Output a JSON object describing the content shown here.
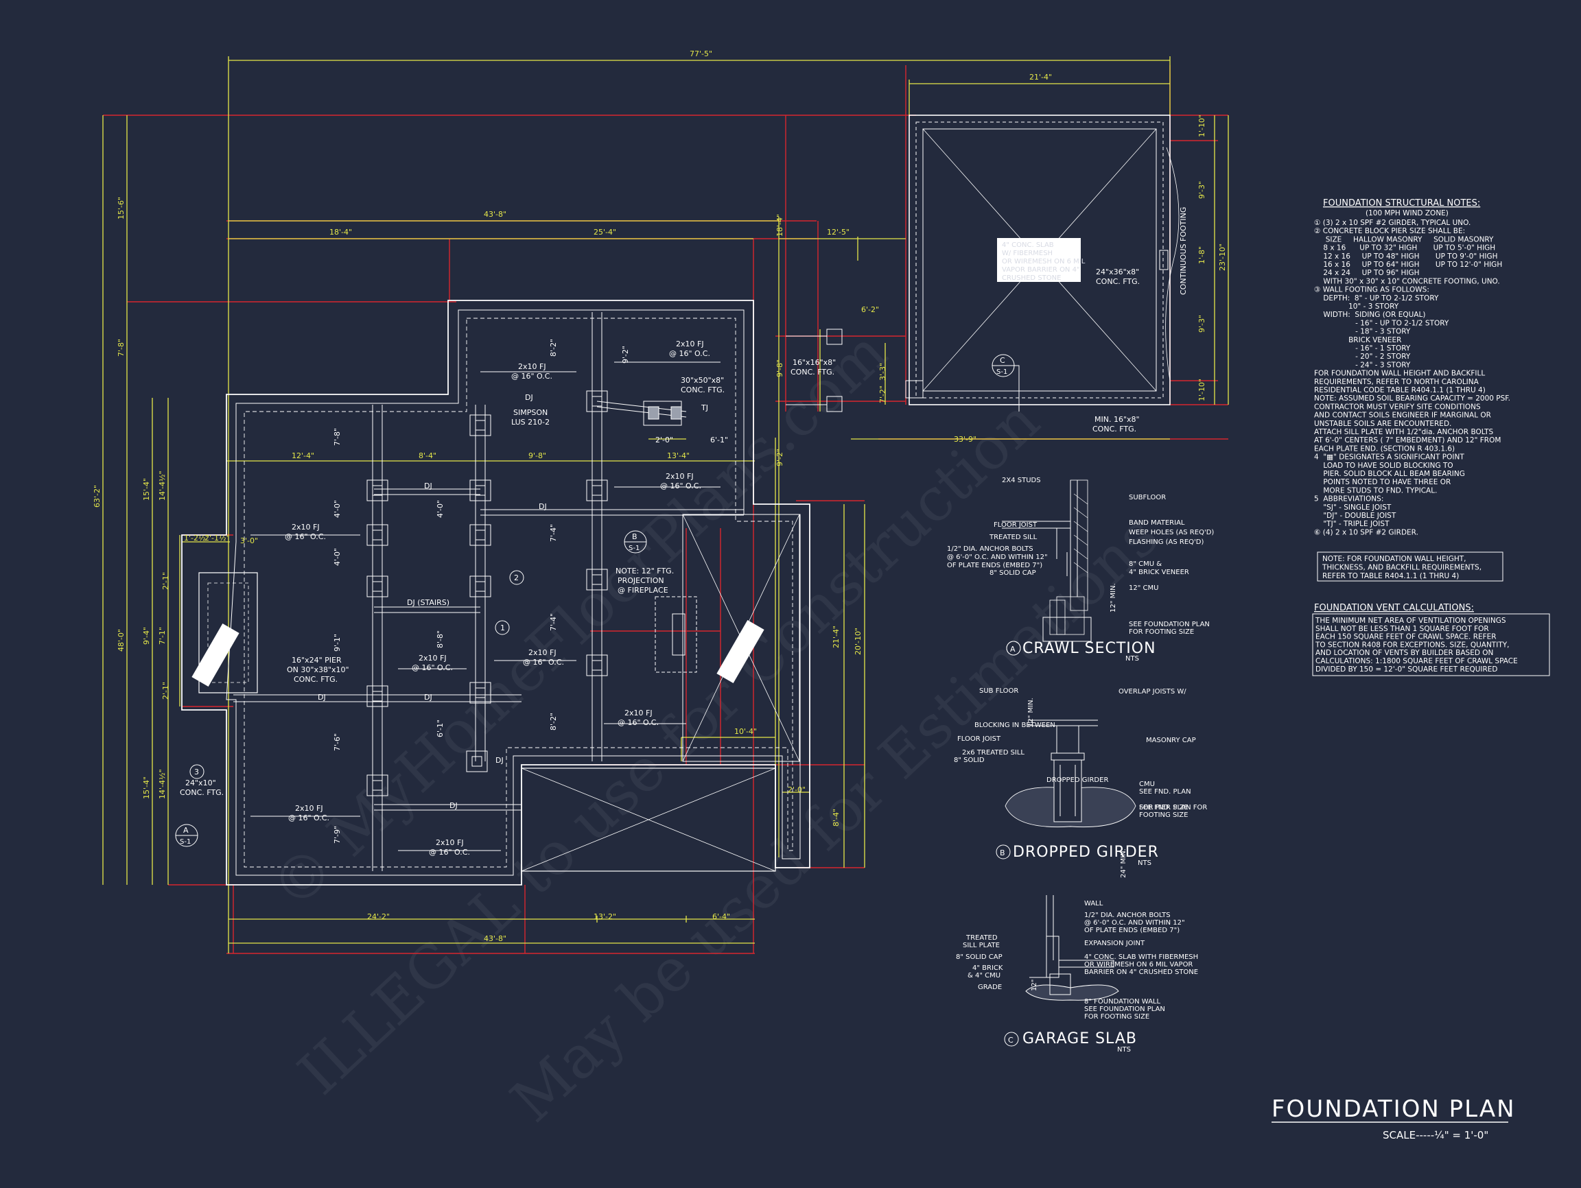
{
  "plan": {
    "title": "FOUNDATION PLAN",
    "scale": "SCALE-----¼\" = 1'-0\"",
    "dims": {
      "top_overall": "77'-5\"",
      "garage_width": "21'-4\"",
      "house_width": "43'-8\"",
      "seg_18_4": "18'-4\"",
      "seg_25_4": "25'-4\"",
      "seg_18_4b": "18'-4\"",
      "seg_12_5": "12'-5\"",
      "left_15_6": "15'-6\"",
      "left_7_8": "7'-8\"",
      "left_63_2": "63'-2\"",
      "left_15_4": "15'-4\"",
      "left_14_4": "14'-4½\"",
      "left_48_0": "48'-0\"",
      "left_9_4": "9'-4\"",
      "left_7_1": "7'-1\"",
      "left_15_4b": "15'-4\"",
      "left_14_4b": "14'-4½\"",
      "garage_1_10a": "1'-10\"",
      "garage_9_3a": "9'-3\"",
      "garage_1_8": "1'-8\"",
      "garage_9_3b": "9'-3\"",
      "garage_1_10b": "1'-10\"",
      "garage_23_10": "23'-10\"",
      "garage_33_9": "33'-9\"",
      "mid_12_4": "12'-4\"",
      "mid_8_4": "8'-4\"",
      "mid_9_8": "9'-8\"",
      "mid_13_4": "13'-4\"",
      "mid_2_0": "2'-0\"",
      "mid_6_1": "6'-1\"",
      "right_21_4": "21'-4\"",
      "right_20_10": "20'-10\"",
      "right_8_4": "8'-4\"",
      "right_2_0": "2'-0\"",
      "right_10_4": "10'-4\"",
      "bot_24_2": "24'-2\"",
      "bot_13_2": "13'-2\"",
      "bot_6_4": "6'-4\"",
      "bot_43_8": "43'-8\"",
      "v_8_2a": "8'-2\"",
      "v_9_2": "9'-2\"",
      "v_7_8": "7'-8\"",
      "v_4_0a": "4'-0\"",
      "v_4_0b": "4'-0\"",
      "v_4_0c": "4'-0\"",
      "v_9_1": "9'-1\"",
      "v_8_8": "8'-8\"",
      "v_7_4": "7'-4\"",
      "v_7_4b": "7'-4\"",
      "v_8_2b": "8'-2\"",
      "v_6_1": "6'-1\"",
      "v_7_6": "7'-6\"",
      "v_7_9": "7'-9\"",
      "v_9_2b": "9'-2\"",
      "v_9_8": "9'-8\"",
      "v_6_2": "6'-2\"",
      "v_3_3": "3'-3\"",
      "v_7_2": "7'-2\"",
      "f_1_2": "1'-2½\"",
      "f_2_1": "2'-1½\"",
      "f_3_0": "3'-0\"",
      "f_2_1b": "2'-1\"",
      "f_2_1c": "2'-1\""
    },
    "labels": {
      "fj1": "2x10 FJ\n@ 16\" O.C.",
      "fj": "2x10 FJ",
      "oc": "@ 16\" O.C.",
      "dj": "DJ",
      "tj": "TJ",
      "dj_stairs": "DJ (STAIRS)",
      "simpson": "SIMPSON",
      "lus": "LUS 210-2",
      "conc30": "30\"x50\"x8\"",
      "concftg": "CONC. FTG.",
      "pier16": "16\"x16\"x8\"",
      "pier16b": "CONC. FTG.",
      "garage_ftg": "24\"x36\"x8\"",
      "garage_ftg2": "CONC. FTG.",
      "min16": "MIN. 16\"x8\"",
      "min16b": "CONC. FTG.",
      "cont_ftg": "CONTINUOUS FOOTING",
      "note12_1": "NOTE: 12\" FTG.",
      "note12_2": "PROJECTION",
      "note12_3": "@ FIREPLACE",
      "pier_note1": "16\"x24\" PIER",
      "pier_note2": "ON 30\"x38\"x10\"",
      "pier_note3": "CONC. FTG.",
      "ftg24_1": "24\"x10\"",
      "ftg24_2": "CONC. FTG.",
      "garage_box1": "4\" CONC. SLAB",
      "garage_box2": "W/ FIBERMESH",
      "garage_box3": "OR WIREMESH ON 6 MIL",
      "garage_box4": "VAPOR BARRIER ON 4\"",
      "garage_box5": "CRUSHED STONE",
      "tag_1": "1",
      "tag_2": "2",
      "tag_3": "3",
      "sec_a": "A",
      "sec_b": "B",
      "sec_c": "C",
      "sheet": "S-1"
    }
  },
  "details": {
    "crawl": {
      "title": "CRAWL SECTION",
      "nts": "NTS",
      "letter": "A",
      "labels": [
        "2X4 STUDS",
        "SUBFLOOR",
        "FLOOR JOIST",
        "TREATED SILL",
        "BAND MATERIAL",
        "WEEP HOLES (AS REQ'D)",
        "FLASHING (AS REQ'D)",
        "1/2\" DIA. ANCHOR BOLTS",
        "@ 6'-0\" O.C. AND WITHIN 12\"",
        "OF PLATE ENDS (EMBED 7\")",
        "8\" SOLID CAP",
        "8\" CMU &",
        "4\" BRICK VENEER",
        "12\" CMU",
        "12\" MIN.",
        "SEE FOUNDATION PLAN",
        "FOR FOOTING SIZE"
      ]
    },
    "girder": {
      "title": "DROPPED GIRDER",
      "nts": "NTS",
      "letter": "B",
      "labels": [
        "SUB FLOOR",
        "OVERLAP JOISTS W/",
        "BLOCKING IN BETWEEN",
        "FLOOR JOIST",
        "2x6 TREATED SILL",
        "8\" SOLID",
        "MASONRY CAP",
        "DROPPED GIRDER",
        "12\" MIN.",
        "24\" MIN.",
        "CMU",
        "SEE FND. PLAN",
        "FOR PIER SIZE",
        "SEE FND. PLAN FOR",
        "FOOTING SIZE"
      ]
    },
    "slab": {
      "title": "GARAGE SLAB",
      "nts": "NTS",
      "letter": "C",
      "labels": [
        "WALL",
        "1/2\" DIA. ANCHOR BOLTS",
        "@ 6'-0\" O.C. AND WITHIN 12\"",
        "OF PLATE ENDS (EMBED 7\")",
        "TREATED",
        "SILL PLATE",
        "EXPANSION JOINT",
        "8\" SOLID CAP",
        "4\" CONC. SLAB WITH FIBERMESH",
        "OR WIREMESH ON 6 MIL VAPOR",
        "BARRIER ON 4\" CRUSHED STONE",
        "4\" BRICK",
        "& 4\" CMU",
        "GRADE",
        "8\" FOUNDATION WALL",
        "SEE FOUNDATION PLAN",
        "FOR FOOTING SIZE",
        "12\""
      ]
    }
  },
  "notes": {
    "heading": "FOUNDATION STRUCTURAL NOTES:",
    "sub": "(100 MPH WIND ZONE)",
    "lines": [
      "① (3) 2 x 10 SPF #2 GIRDER, TYPICAL UNO.",
      "② CONCRETE BLOCK PIER SIZE SHALL BE:",
      "     SIZE     HALLOW MASONRY     SOLID MASONRY",
      "    8 x 16      UP TO 32\" HIGH       UP TO 5'-0\" HIGH",
      "    12 x 16     UP TO 48\" HIGH       UP TO 9'-0\" HIGH",
      "    16 x 16     UP TO 64\" HIGH       UP TO 12'-0\" HIGH",
      "    24 x 24     UP TO 96\" HIGH",
      "    WITH 30\" x 30\" x 10\" CONCRETE FOOTING, UNO.",
      "③ WALL FOOTING AS FOLLOWS:",
      "    DEPTH:  8\" - UP TO 2-1/2 STORY",
      "               10\" - 3 STORY",
      "    WIDTH:  SIDING (OR EQUAL)",
      "                  - 16\" - UP TO 2-1/2 STORY",
      "                  - 18\" - 3 STORY",
      "               BRICK VENEER",
      "                  - 16\" - 1 STORY",
      "                  - 20\" - 2 STORY",
      "                  - 24\" - 3 STORY",
      "FOR FOUNDATION WALL HEIGHT AND BACKFILL",
      "REQUIREMENTS, REFER TO NORTH CAROLINA",
      "RESIDENTIAL CODE TABLE R404.1.1 (1 THRU 4)",
      "NOTE: ASSUMED SOIL BEARING CAPACITY = 2000 PSF.",
      "CONTRACTOR MUST VERIFY SITE CONDITIONS",
      "AND CONTACT SOILS ENGINEER IF MARGINAL OR",
      "UNSTABLE SOILS ARE ENCOUNTERED.",
      "ATTACH SILL PLATE WITH 1/2\"dia. ANCHOR BOLTS",
      "AT 6'-0\" CENTERS ( 7\" EMBEDMENT) AND 12\" FROM",
      "EACH PLATE END. (SECTION R 403.1.6)",
      "4  \"▦\" DESIGNATES A SIGNIFICANT POINT",
      "    LOAD TO HAVE SOLID BLOCKING TO",
      "    PIER. SOLID BLOCK ALL BEAM BEARING",
      "    POINTS NOTED TO HAVE THREE OR",
      "    MORE STUDS TO FND. TYPICAL.",
      "5  ABBREVIATIONS:",
      "    \"SJ\" - SINGLE JOIST",
      "    \"DJ\" - DOUBLE JOIST",
      "    \"TJ\" - TRIPLE JOIST",
      "⑥ (4) 2 x 10 SPF #2 GIRDER."
    ],
    "boxed": [
      "NOTE: FOR FOUNDATION WALL HEIGHT,",
      "THICKNESS, AND BACKFILL REQUIREMENTS,",
      "REFER TO TABLE R404.1.1 (1 THRU 4)"
    ],
    "vent_heading": "FOUNDATION VENT CALCULATIONS:",
    "vent_lines": [
      "THE MINIMUM NET AREA OF VENTILATION OPENINGS",
      "SHALL NOT BE LESS THAN 1 SQUARE FOOT FOR",
      "EACH 150 SQUARE FEET OF CRAWL SPACE. REFER",
      "TO SECTION R408 FOR EXCEPTIONS. SIZE, QUANTITY,",
      "AND LOCATION OF VENTS BY BUILDER BASED ON",
      "CALCULATIONS: 1:1800 SQUARE FEET OF CRAWL SPACE",
      "DIVIDED BY 150 = 12'-0\" SQUARE FEET REQUIRED"
    ]
  },
  "watermark": {
    "line1": "© MyHomeFloorPlans.com",
    "line2": "ILLEGAL to use for Construction",
    "line3": "May be used for Estimations"
  },
  "colors": {
    "background": "#232a3d",
    "linework": "#ffffff",
    "dimension": "#e6e84a",
    "gridline": "#d8262e",
    "accent": "#e040a0"
  }
}
